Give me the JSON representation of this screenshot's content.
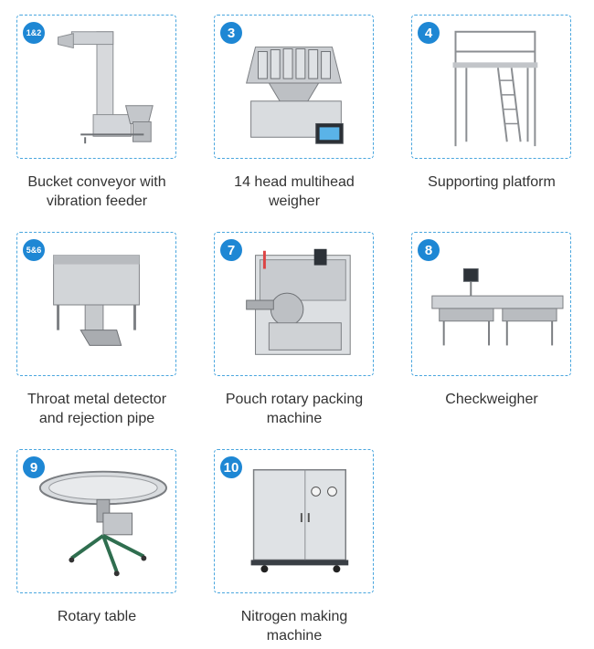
{
  "machines": [
    {
      "badge": "1&2",
      "caption": [
        "Bucket conveyor with",
        "vibration feeder"
      ]
    },
    {
      "badge": "3",
      "caption": [
        "14 head multihead",
        "weigher"
      ]
    },
    {
      "badge": "4",
      "caption": [
        "Supporting platform"
      ]
    },
    {
      "badge": "5&6",
      "caption": [
        "Throat metal detector",
        "and rejection pipe"
      ]
    },
    {
      "badge": "7",
      "caption": [
        "Pouch rotary packing",
        "machine"
      ]
    },
    {
      "badge": "8",
      "caption": [
        "Checkweigher"
      ]
    },
    {
      "badge": "9",
      "caption": [
        "Rotary table"
      ]
    },
    {
      "badge": "10",
      "caption": [
        "Nitrogen making",
        "machine"
      ]
    }
  ],
  "colors": {
    "border": "#4aa6de",
    "badge": "#1e87d4"
  }
}
